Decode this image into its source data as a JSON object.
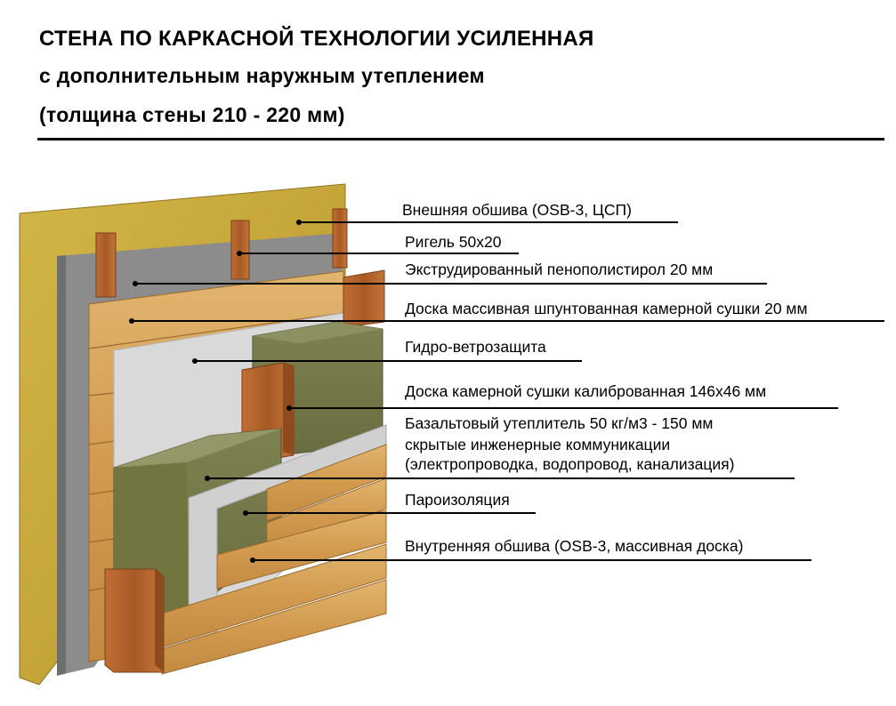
{
  "title": {
    "line1": "СТЕНА  ПО  КАРКАСНОЙ ТЕХНОЛОГИИ  УСИЛЕННАЯ",
    "line2": "с дополнительным наружным утеплением",
    "line3": "(толщина стены 210 - 220 мм)"
  },
  "layers": [
    {
      "label": "Внешняя обшива (OSB-3, ЦСП)"
    },
    {
      "label": "Ригель 50х20"
    },
    {
      "label": "Экструдированный пенополистирол 20 мм"
    },
    {
      "label": "Доска массивная шпунтованная камерной сушки 20 мм"
    },
    {
      "label": "Гидро-ветрозащита"
    },
    {
      "label": "Доска камерной сушки калиброванная 146х46 мм"
    },
    {
      "label": "Базальтовый утеплитель  50 кг/м3 - 150 мм",
      "extra": [
        "скрытые инженерные  коммуникации",
        "(электропроводка, водопровод, канализация)"
      ]
    },
    {
      "label": "Пароизоляция"
    },
    {
      "label": "Внутренняя обшива (OSB-3, массивная доска)"
    }
  ],
  "colors": {
    "osb": "#c9a93a",
    "xps": "#8a8a8a",
    "wood": "#d7a45c",
    "membrane": "#dadada",
    "insulation": "#7c7f4e",
    "stud": "#b76630"
  }
}
